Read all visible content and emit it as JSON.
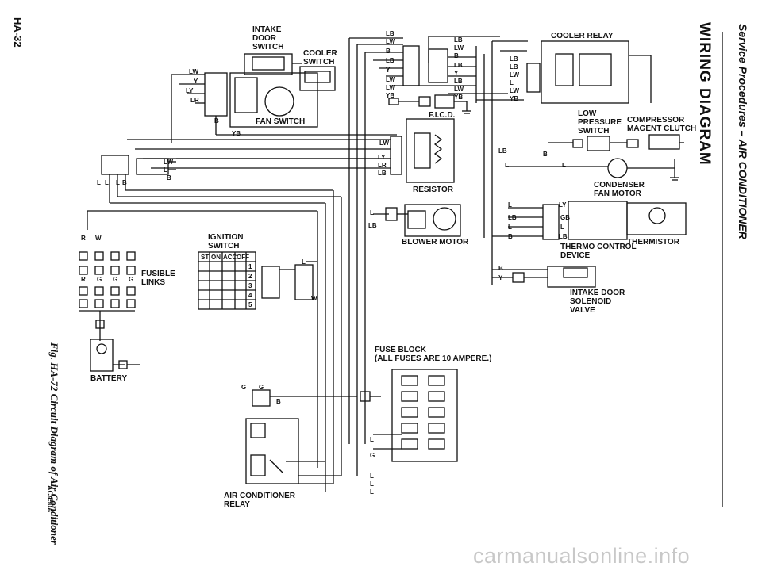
{
  "header": {
    "section": "Service Procedures – AIR CONDITIONER",
    "title": "WIRING DIAGRAM",
    "page_number": "HA-32"
  },
  "footer": {
    "figure_caption": "Fig. HA-72  Circuit Diagram of Air Conditioner",
    "figure_code": "AC450A"
  },
  "watermark": "carmanualsonline.info",
  "components": {
    "intake_door_switch": "INTAKE\nDOOR\nSWITCH",
    "cooler_switch": "COOLER\nSWITCH",
    "fan_switch": "FAN SWITCH",
    "ficd": "F.I.C.D.",
    "resistor": "RESISTOR",
    "blower_motor": "BLOWER MOTOR",
    "cooler_relay": "COOLER RELAY",
    "low_pressure_switch": "LOW\nPRESSURE\nSWITCH",
    "compressor_clutch": "COMPRESSOR\nMAGENT CLUTCH",
    "condenser_fan_motor": "CONDENSER\nFAN MOTOR",
    "thermo_control": "THERMO CONTROL\nDEVICE",
    "thermistor": "THERMISTOR",
    "intake_door_solenoid": "INTAKE DOOR\nSOLENOID\nVALVE",
    "fusible_links": "FUSIBLE\nLINKS",
    "battery": "BATTERY",
    "ignition_switch": "IGNITION\nSWITCH",
    "fuse_block": "FUSE BLOCK\n(ALL FUSES ARE 10 AMPERE.)",
    "ac_relay": "AIR CONDITIONER\nRELAY"
  },
  "ignition_table": {
    "headers": [
      "ST",
      "ON",
      "ACC",
      "OFF"
    ],
    "rows": [
      "1",
      "2",
      "3",
      "4",
      "5"
    ]
  },
  "wire_labels": {
    "lb": "LB",
    "lw": "LW",
    "b": "B",
    "y": "Y",
    "ly": "LY",
    "lr": "LR",
    "yb": "YB",
    "l": "L",
    "r": "R",
    "w": "W",
    "g": "G",
    "gb": "GB"
  }
}
